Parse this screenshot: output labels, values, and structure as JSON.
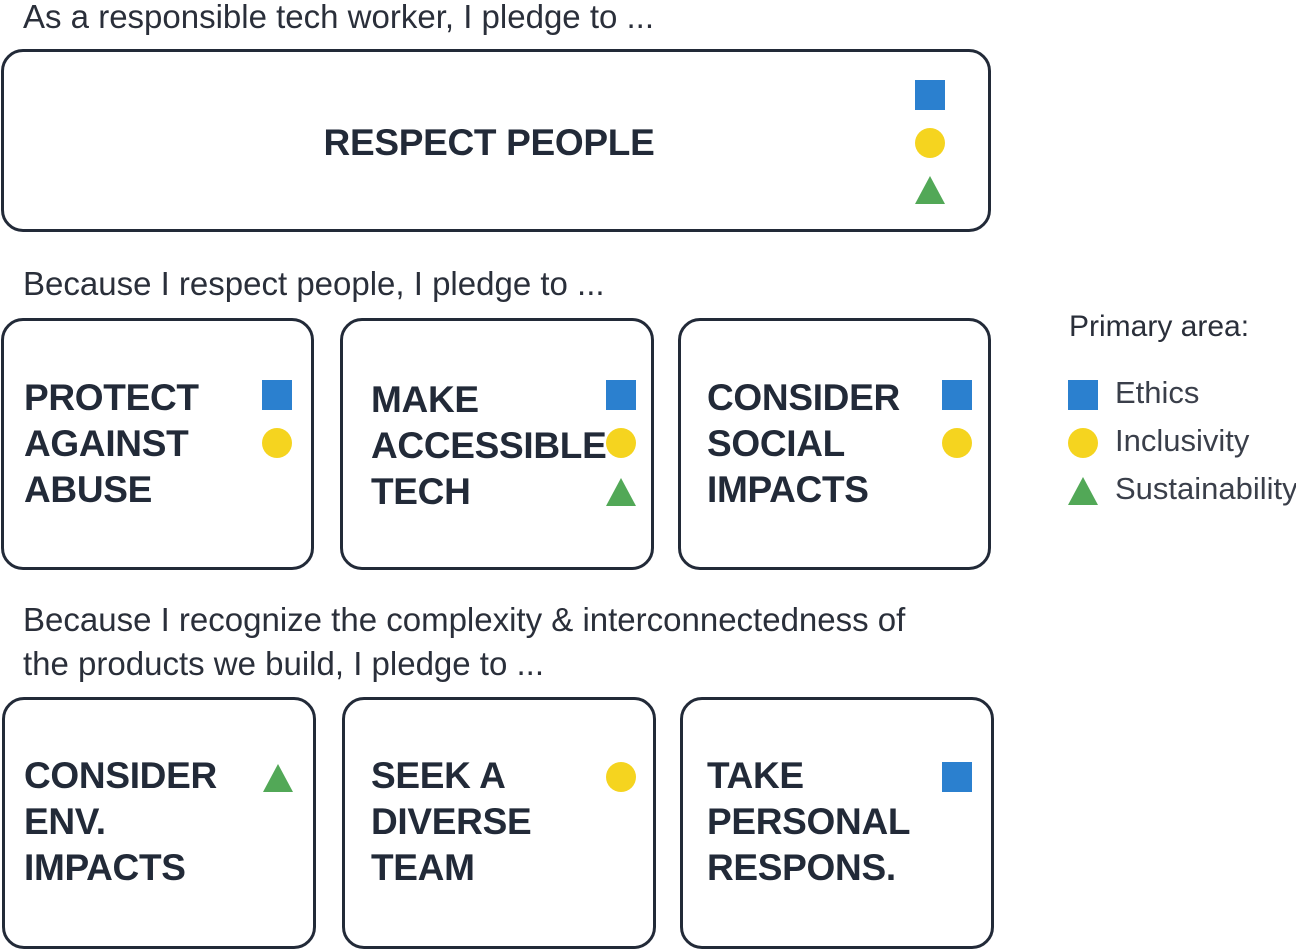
{
  "intro_top": "As a responsible tech worker, I pledge to ...",
  "main_box": {
    "title": "RESPECT PEOPLE"
  },
  "intro_middle": "Because I respect people, I pledge to ...",
  "middle_boxes": [
    {
      "lines": [
        "PROTECT",
        "AGAINST",
        "ABUSE"
      ]
    },
    {
      "lines": [
        "MAKE",
        "ACCESSIBLE",
        "TECH"
      ]
    },
    {
      "lines": [
        "CONSIDER",
        "SOCIAL",
        "IMPACTS"
      ]
    }
  ],
  "intro_bottom": {
    "line1": "Because I recognize the complexity & interconnectedness of",
    "line2": "the products we build, I pledge to ..."
  },
  "bottom_boxes": [
    {
      "lines": [
        "CONSIDER",
        "ENV.",
        "IMPACTS"
      ]
    },
    {
      "lines": [
        "SEEK A",
        "DIVERSE",
        "TEAM"
      ]
    },
    {
      "lines": [
        "TAKE",
        "PERSONAL",
        "RESPONS."
      ]
    }
  ],
  "legend": {
    "title": "Primary area:",
    "items": [
      {
        "label": "Ethics",
        "shape": "square",
        "color": "#2b80cf"
      },
      {
        "label": "Inclusivity",
        "shape": "circle",
        "color": "#f5d41f"
      },
      {
        "label": "Sustainability",
        "shape": "triangle",
        "color": "#52a857"
      }
    ]
  }
}
